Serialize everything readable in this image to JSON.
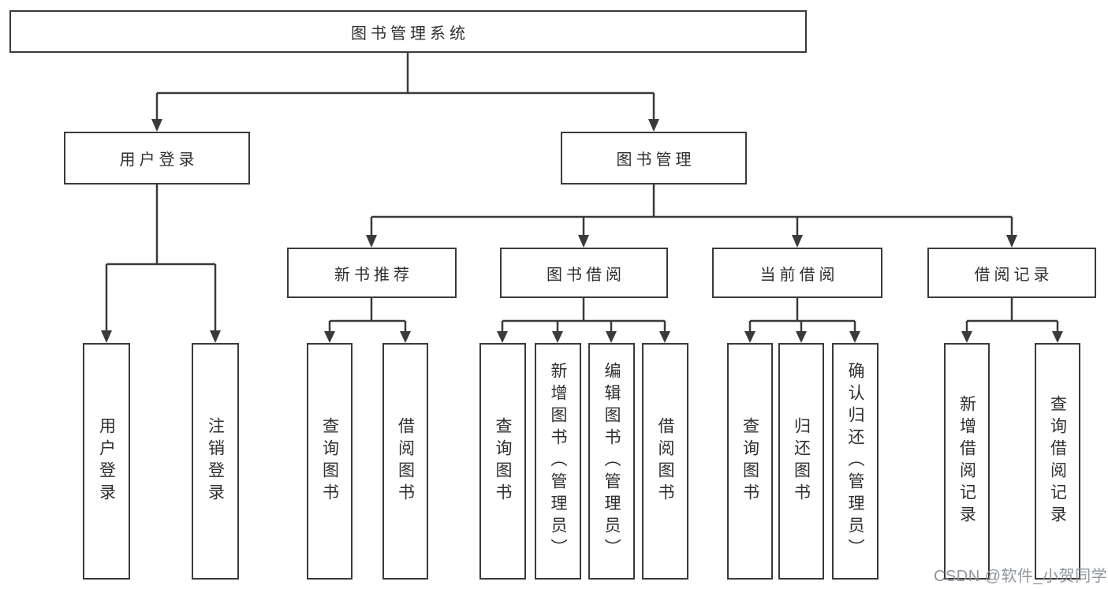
{
  "tree": {
    "root": "图书管理系统",
    "branches": [
      {
        "label": "用户登录",
        "leaves": [
          "用户登录",
          "注销登录"
        ]
      },
      {
        "label": "图书管理",
        "groups": [
          {
            "label": "新书推荐",
            "leaves": [
              "查询图书",
              "借阅图书"
            ]
          },
          {
            "label": "图书借阅",
            "leaves": [
              "查询图书",
              "新增图书（管理员）",
              "编辑图书（管理员）",
              "借阅图书"
            ]
          },
          {
            "label": "当前借阅",
            "leaves": [
              "查询图书",
              "归还图书",
              "确认归还（管理员）"
            ]
          },
          {
            "label": "借阅记录",
            "leaves": [
              "新增借阅记录",
              "查询借阅记录"
            ]
          }
        ]
      }
    ]
  },
  "watermark": {
    "text": "CSDN @软件_小贺同学"
  },
  "colors": {
    "line": "#3a3a3a",
    "box_border": "#3a3a3a",
    "text": "#2f2f2f",
    "watermark": "#90959b",
    "background": "#ffffff"
  }
}
